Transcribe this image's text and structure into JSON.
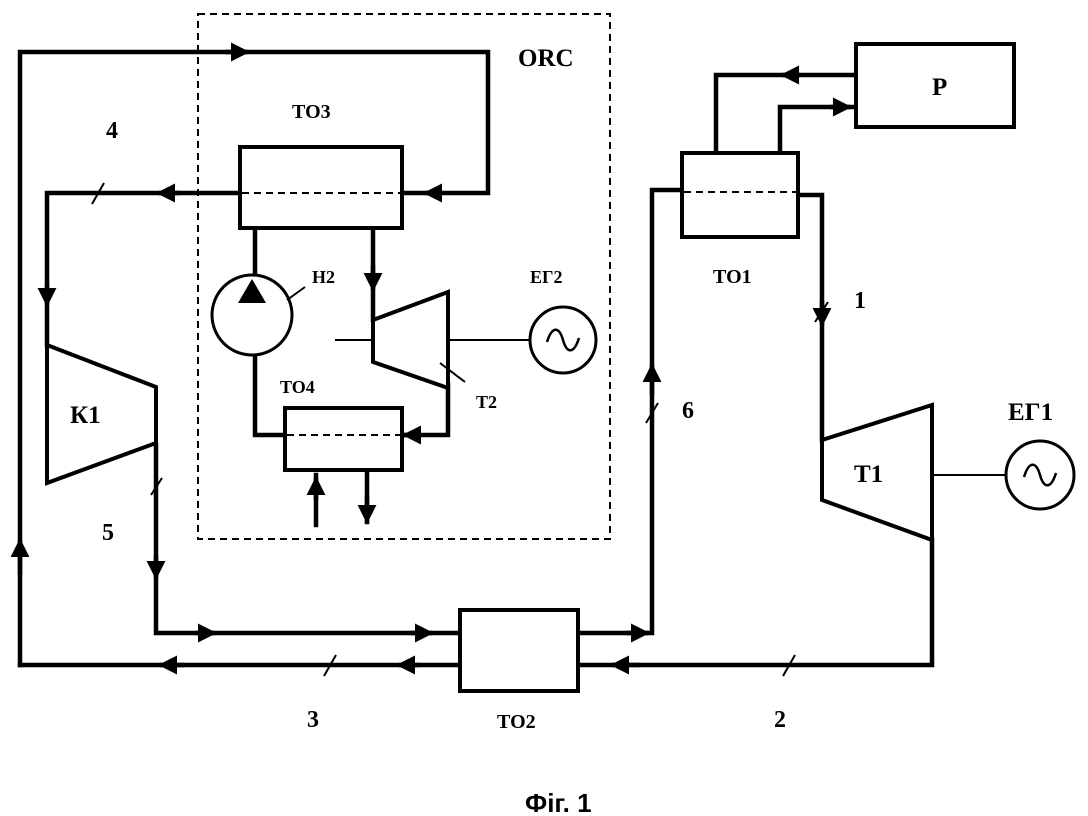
{
  "diagram": {
    "caption": "Фіг. 1",
    "orc_label": "ORC",
    "components": {
      "r": "Р",
      "to1": "ТО1",
      "to2": "ТО2",
      "to3": "ТО3",
      "to4": "ТО4",
      "k1": "К1",
      "t1": "Т1",
      "t2": "Т2",
      "n2": "Н2",
      "eg1": "ЕГ1",
      "eg2": "ЕГ2"
    },
    "flows": {
      "f1": "1",
      "f2": "2",
      "f3": "3",
      "f4": "4",
      "f5": "5",
      "f6": "6"
    },
    "colors": {
      "line": "#000000",
      "background": "#ffffff"
    }
  }
}
